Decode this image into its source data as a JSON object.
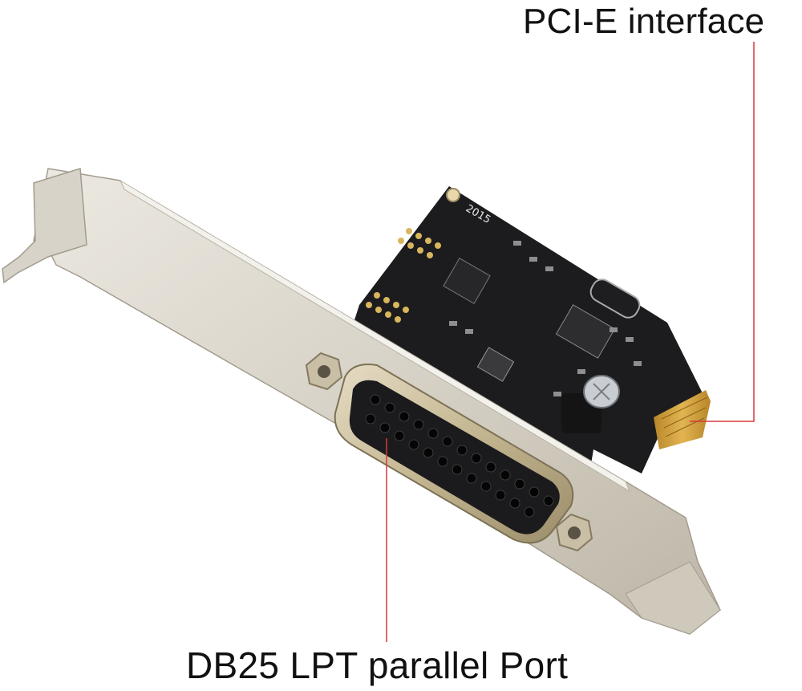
{
  "image": {
    "subject": "PCI-E to DB25 parallel port expansion card with low-profile bracket"
  },
  "callouts": {
    "top_label": "PCI-E interface",
    "bottom_label": "DB25 LPT parallel Port",
    "leader_line_color": "#d9383a"
  },
  "board_marking": "2015",
  "colors": {
    "pcb": "#1c1c1e",
    "bracket": "#d8d3c8",
    "gold_finger": "#d2a13a",
    "connector_shell": "#c9bfa6"
  }
}
